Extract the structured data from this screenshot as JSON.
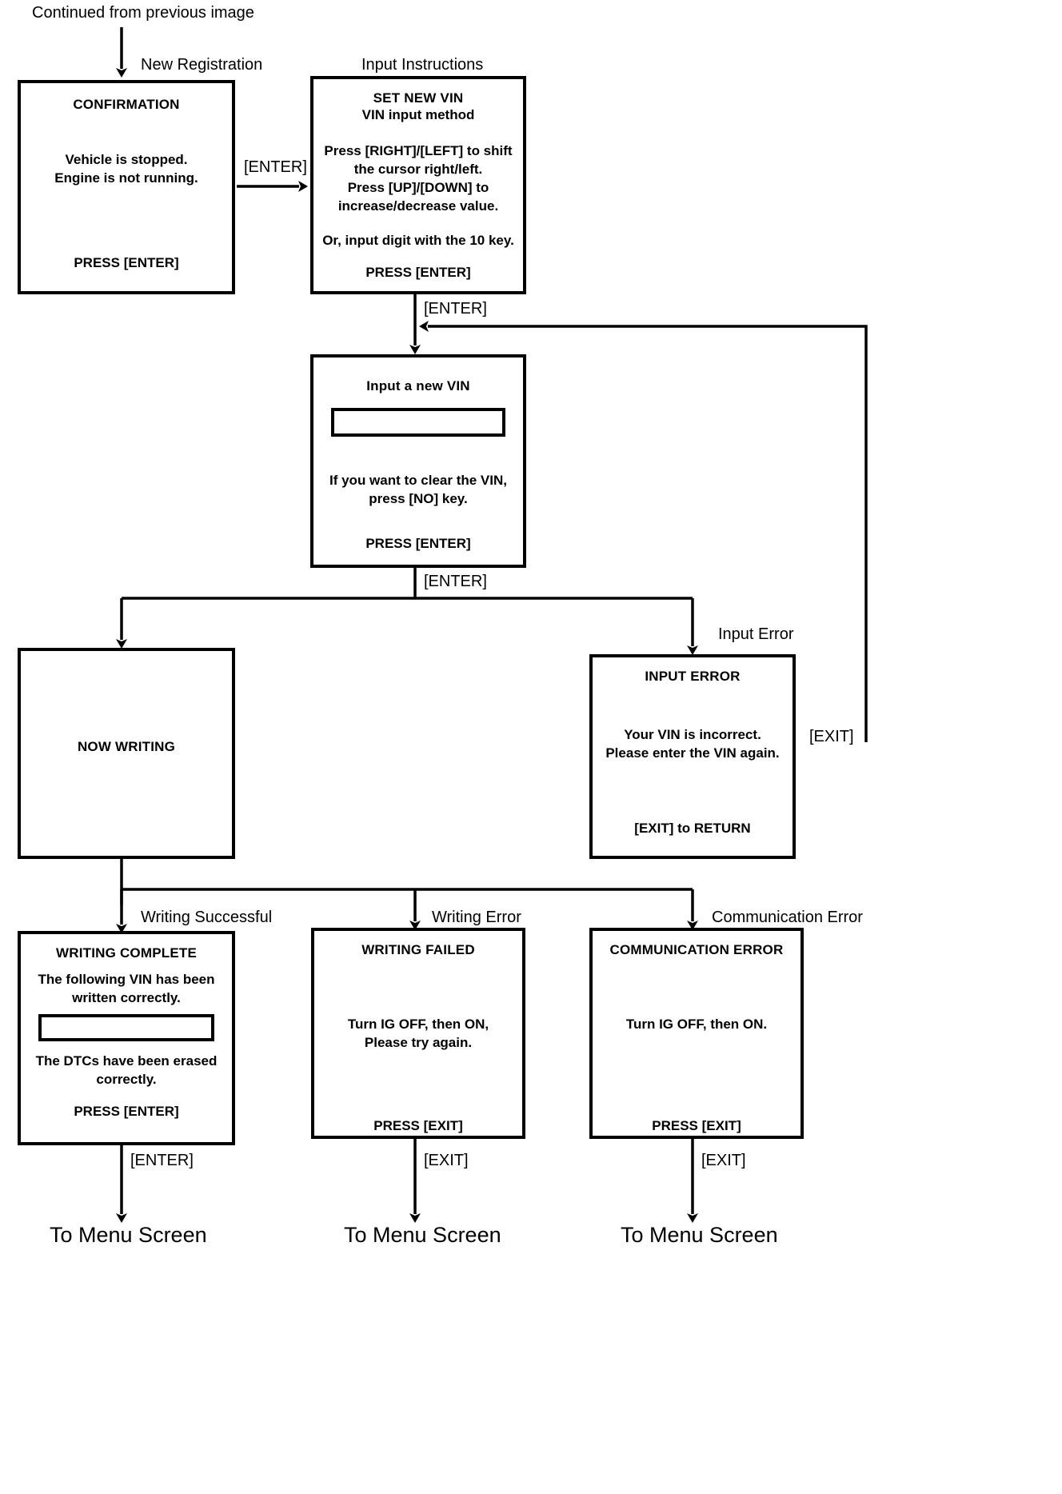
{
  "diagram": {
    "entry_note": "Continued from previous image",
    "captions": {
      "new_registration": "New Registration",
      "input_instructions": "Input Instructions",
      "input_error": "Input Error",
      "writing_successful": "Writing Successful",
      "writing_error": "Writing Error",
      "communication_error": "Communication Error"
    },
    "edge_labels": {
      "confirm_to_instructions": "[ENTER]",
      "instructions_to_input": "[ENTER]",
      "input_to_branch": "[ENTER]",
      "error_loop_exit": "[EXIT]",
      "complete_to_menu": "[ENTER]",
      "failed_to_menu": "[EXIT]",
      "comm_error_to_menu": "[EXIT]"
    },
    "terminals": {
      "menu_left": "To Menu Screen",
      "menu_center": "To Menu Screen",
      "menu_right": "To Menu Screen"
    },
    "nodes": {
      "confirmation": {
        "title": "CONFIRMATION",
        "body": [
          "Vehicle is stopped.",
          "Engine is not running."
        ],
        "footer": "PRESS [ENTER]"
      },
      "set_new_vin": {
        "title": "SET NEW VIN",
        "subtitle": "VIN input method",
        "body": [
          "Press [RIGHT]/[LEFT] to shift",
          "the cursor right/left.",
          "Press [UP]/[DOWN] to",
          "increase/decrease value."
        ],
        "note": "Or, input digit with the 10 key.",
        "footer": "PRESS [ENTER]"
      },
      "input_new_vin": {
        "title": "Input a new VIN",
        "field_value": "",
        "body": [
          "If you want to clear the VIN,",
          "press [NO] key."
        ],
        "footer": "PRESS [ENTER]"
      },
      "now_writing": {
        "title": "NOW WRITING"
      },
      "input_error": {
        "title": "INPUT ERROR",
        "body": [
          "Your VIN is incorrect.",
          "Please enter the VIN again."
        ],
        "footer": "[EXIT] to RETURN"
      },
      "writing_complete": {
        "title": "WRITING COMPLETE",
        "body_top": [
          "The following VIN has been",
          "written correctly."
        ],
        "field_value": "",
        "body_bottom": [
          "The DTCs have been erased",
          "correctly."
        ],
        "footer": "PRESS [ENTER]"
      },
      "writing_failed": {
        "title": "WRITING FAILED",
        "body": [
          "Turn IG OFF, then ON,",
          "Please try again."
        ],
        "footer": "PRESS [EXIT]"
      },
      "communication_error": {
        "title": "COMMUNICATION ERROR",
        "body": [
          "Turn IG OFF, then ON."
        ],
        "footer": "PRESS [EXIT]"
      }
    },
    "colors": {
      "stroke": "#000000",
      "background": "#ffffff"
    }
  }
}
